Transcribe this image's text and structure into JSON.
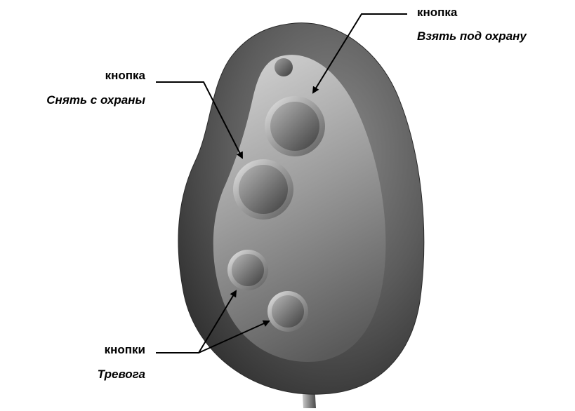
{
  "labels": {
    "arm": {
      "title": "кнопка",
      "name": "Взять под охрану"
    },
    "disarm": {
      "title": "кнопка",
      "name": "Снять с охраны"
    },
    "alarm": {
      "title": "кнопки",
      "name": "Тревога"
    }
  },
  "colors": {
    "body_dark": "#404040",
    "body_mid": "#6a6a6a",
    "face_light": "#c8c8c8",
    "button_light": "#9a9a9a",
    "button_dark": "#4a4a4a",
    "text": "#000000"
  }
}
